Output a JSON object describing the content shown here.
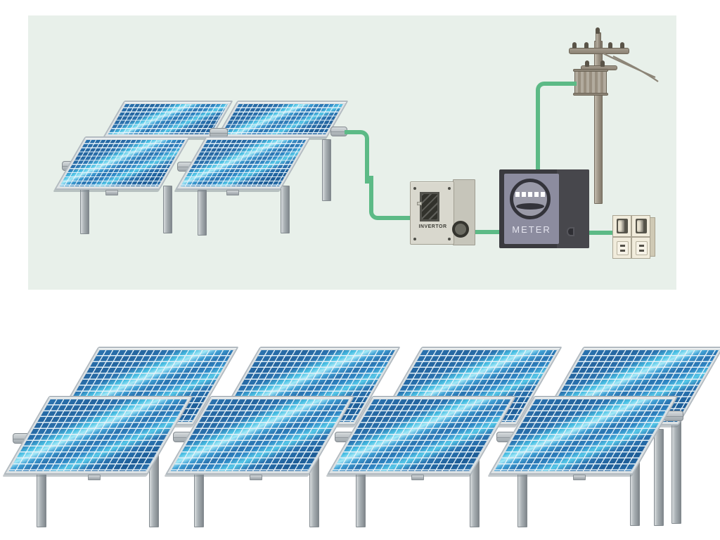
{
  "labels": {
    "inverter": "INVERTOR",
    "meter": "METER"
  },
  "colors": {
    "diagram_background": "#e8f0ea",
    "wire": "#5cba86",
    "panel_blue": "#2a73b0",
    "panel_glare": "#a5e9f7",
    "panel_frame": "#dde2e4",
    "meter_face": "#8c8c9f",
    "meter_body": "#3a3a3f",
    "inverter_body": "#d9d8ce",
    "utility_pole": "#9a9183",
    "outlet_body": "#f1ecdc"
  },
  "meter_display": {
    "segment_count": 5
  },
  "arrays": {
    "top_panel_count": 4,
    "bottom_panel_count": 8
  }
}
